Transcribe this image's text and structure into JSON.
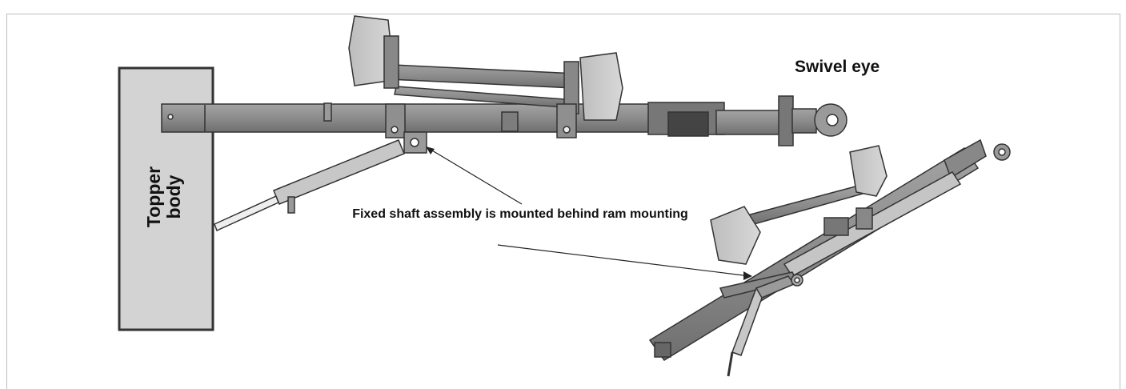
{
  "labels": {
    "swivel_eye": "Swivel eye",
    "fixed_shaft_note": "Fixed shaft assembly is mounted behind ram mounting",
    "topper_body_line1": "Topper",
    "topper_body_line2": "body"
  },
  "colors": {
    "steel": "#8a8a8a",
    "steel_dark": "#5a5a5a",
    "steel_light": "#cfcfcf",
    "body_fill": "#d3d3d3",
    "outline": "#333333",
    "text": "#111111"
  }
}
